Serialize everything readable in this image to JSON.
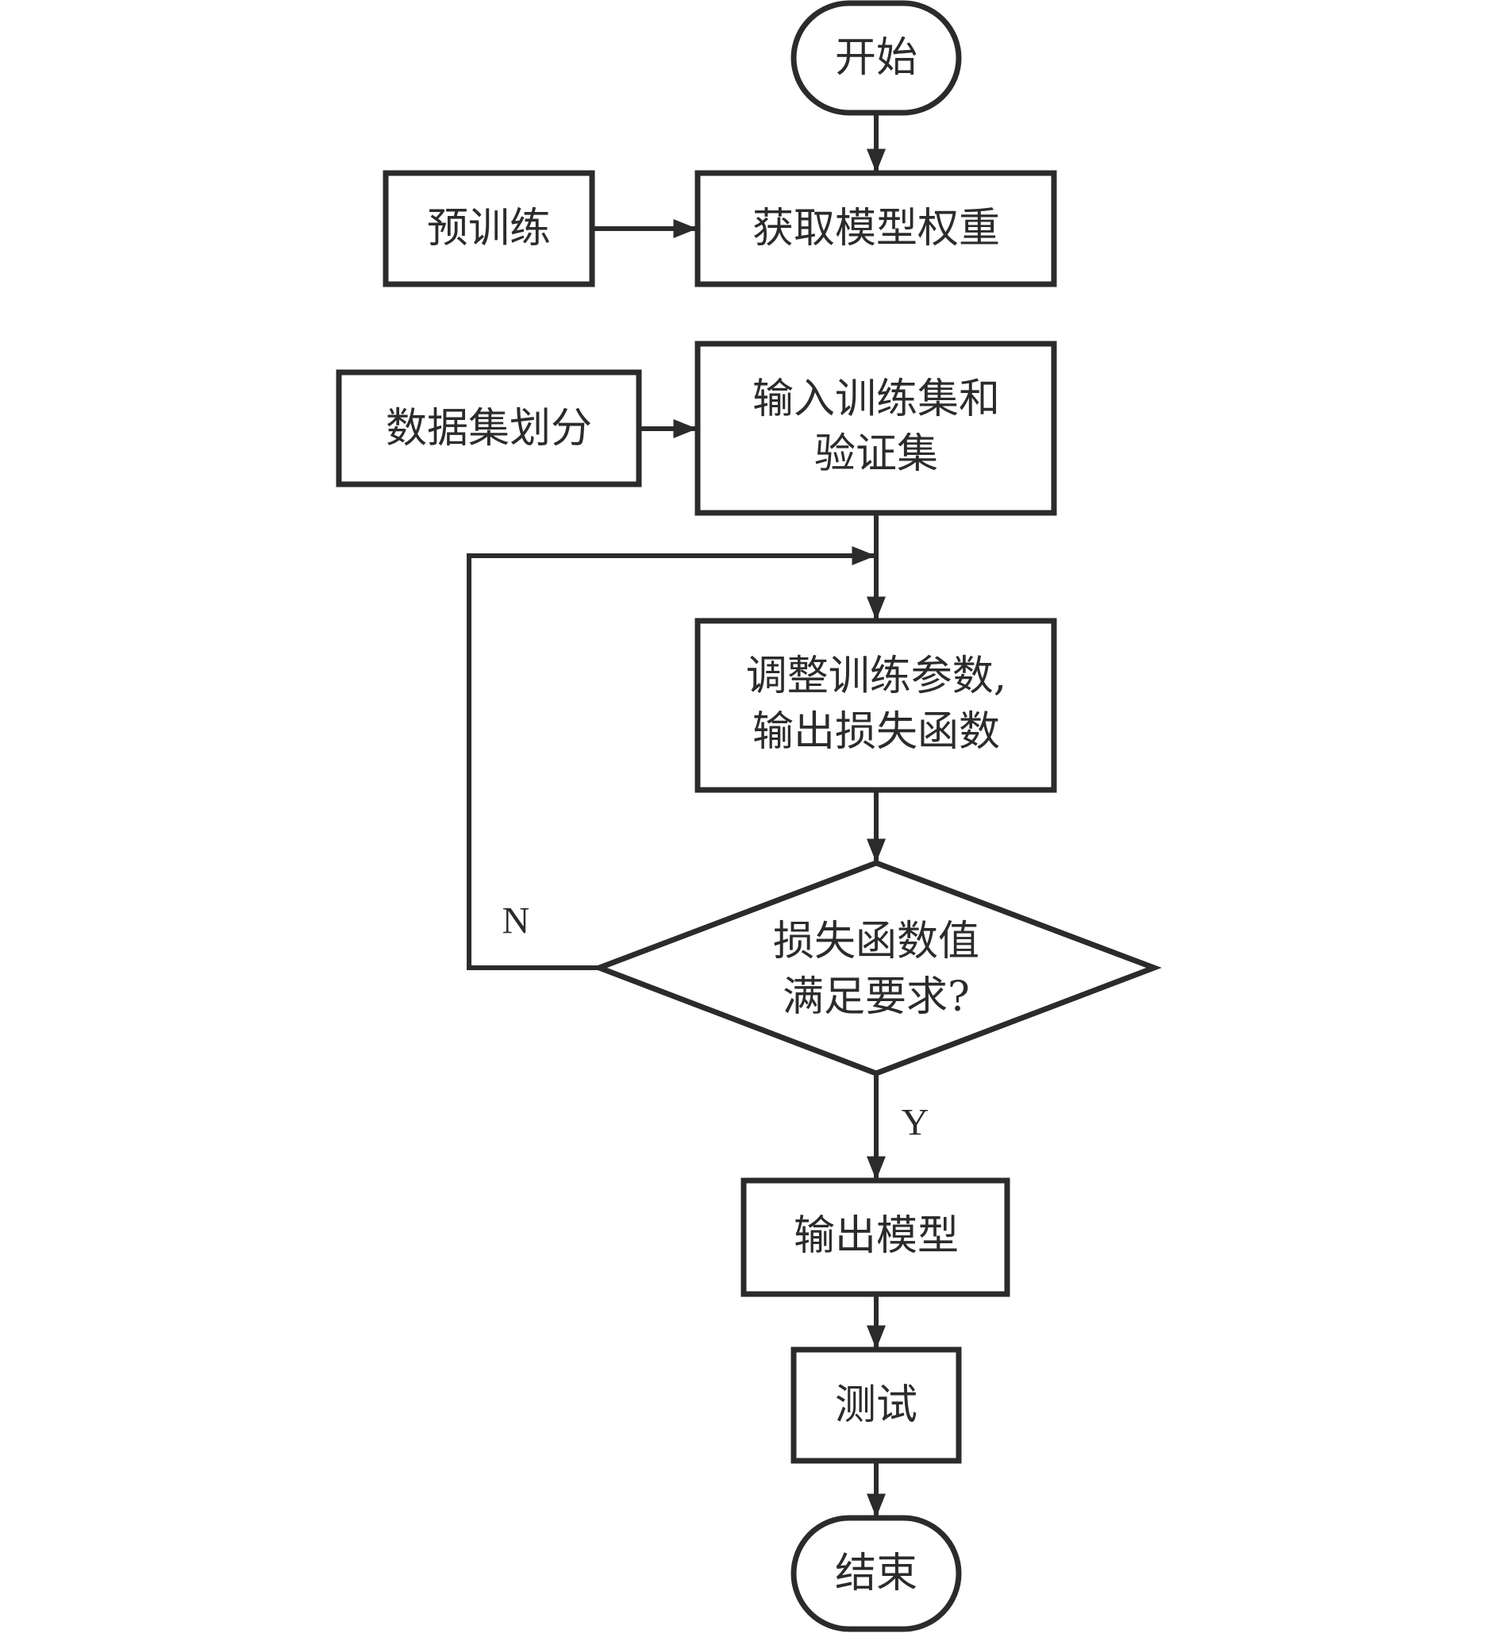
{
  "diagram": {
    "type": "flowchart",
    "nodes": {
      "start": {
        "shape": "terminal",
        "lines": [
          "开始"
        ]
      },
      "pretrain": {
        "shape": "process",
        "lines": [
          "预训练"
        ]
      },
      "get_weights": {
        "shape": "process",
        "lines": [
          "获取模型权重"
        ]
      },
      "data_split": {
        "shape": "process",
        "lines": [
          "数据集划分"
        ]
      },
      "input_sets": {
        "shape": "process",
        "lines": [
          "输入训练集和",
          "验证集"
        ]
      },
      "adjust_params": {
        "shape": "process",
        "lines": [
          "调整训练参数,",
          "输出损失函数"
        ]
      },
      "loss_check": {
        "shape": "decision",
        "lines": [
          "损失函数值",
          "满足要求?"
        ]
      },
      "output_model": {
        "shape": "process",
        "lines": [
          "输出模型"
        ]
      },
      "test": {
        "shape": "process",
        "lines": [
          "测试"
        ]
      },
      "end": {
        "shape": "terminal",
        "lines": [
          "结束"
        ]
      }
    },
    "edges": [
      {
        "from": "start",
        "to": "get_weights",
        "label": ""
      },
      {
        "from": "pretrain",
        "to": "get_weights",
        "label": ""
      },
      {
        "from": "data_split",
        "to": "input_sets",
        "label": ""
      },
      {
        "from": "input_sets",
        "to": "adjust_params",
        "label": ""
      },
      {
        "from": "adjust_params",
        "to": "loss_check",
        "label": ""
      },
      {
        "from": "loss_check",
        "to": "adjust_params",
        "label": "N"
      },
      {
        "from": "loss_check",
        "to": "output_model",
        "label": "Y"
      },
      {
        "from": "output_model",
        "to": "test",
        "label": ""
      },
      {
        "from": "test",
        "to": "end",
        "label": ""
      }
    ],
    "branch_labels": {
      "no": "N",
      "yes": "Y"
    },
    "colors": {
      "stroke": "#2b2b2b",
      "fill": "#ffffff",
      "text": "#2b2b2b"
    }
  }
}
